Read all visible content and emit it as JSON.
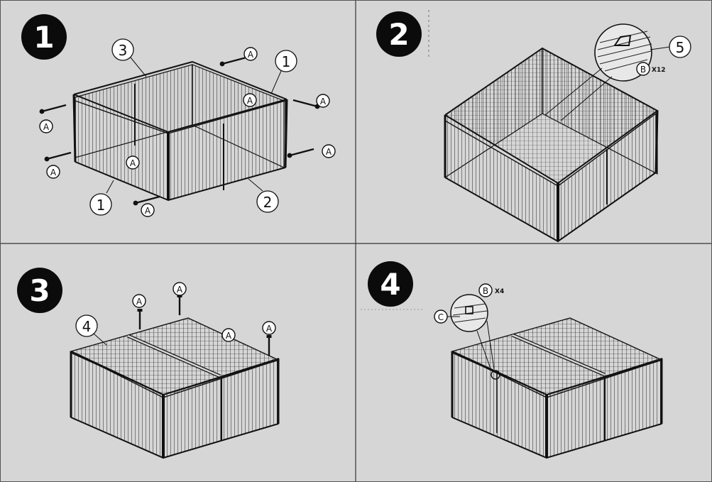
{
  "steps": [
    {
      "number": "1",
      "callouts": [
        "3",
        "1",
        "1",
        "2"
      ],
      "hardware": [
        "A",
        "A",
        "A",
        "A",
        "A",
        "A",
        "A",
        "A"
      ]
    },
    {
      "number": "2",
      "callouts": [
        "5"
      ],
      "hardware": [
        {
          "code": "B",
          "qty": "X12"
        }
      ]
    },
    {
      "number": "3",
      "callouts": [
        "4"
      ],
      "hardware": [
        "A",
        "A",
        "A",
        "A"
      ]
    },
    {
      "number": "4",
      "callouts": [],
      "hardware": [
        {
          "code": "B",
          "qty": "X4"
        },
        {
          "code": "C",
          "qty": ""
        }
      ]
    }
  ],
  "colors": {
    "background": "#d6d6d6",
    "line": "#111111",
    "frame": "#c9c9c9",
    "mesh": "#2a2a2a"
  },
  "icons": [
    "step-number-badge",
    "screw-icon",
    "hook-latch-detail"
  ]
}
